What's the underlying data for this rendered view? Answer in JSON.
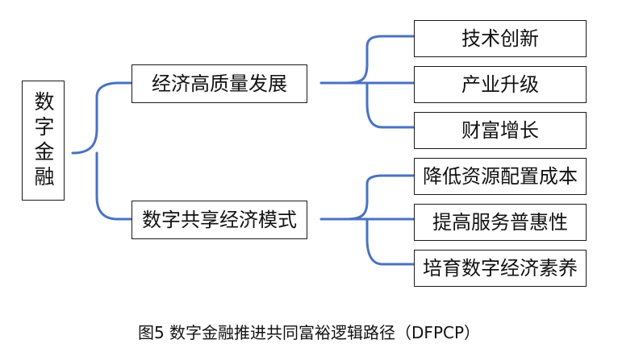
{
  "diagram": {
    "root": {
      "label": "数字金融"
    },
    "branches": [
      {
        "label": "经济高质量发展",
        "children": [
          "技术创新",
          "产业升级",
          "财富增长"
        ]
      },
      {
        "label": "数字共享经济模式",
        "children": [
          "降低资源配置成本",
          "提高服务普惠性",
          "培育数字经济素养"
        ]
      }
    ],
    "caption": "图5 数字金融推进共同富裕逻辑路径（DFPCP）"
  },
  "colors": {
    "connector": "#4a72c3",
    "border": "#1a1a1a",
    "text": "#111111",
    "background": "#ffffff"
  }
}
